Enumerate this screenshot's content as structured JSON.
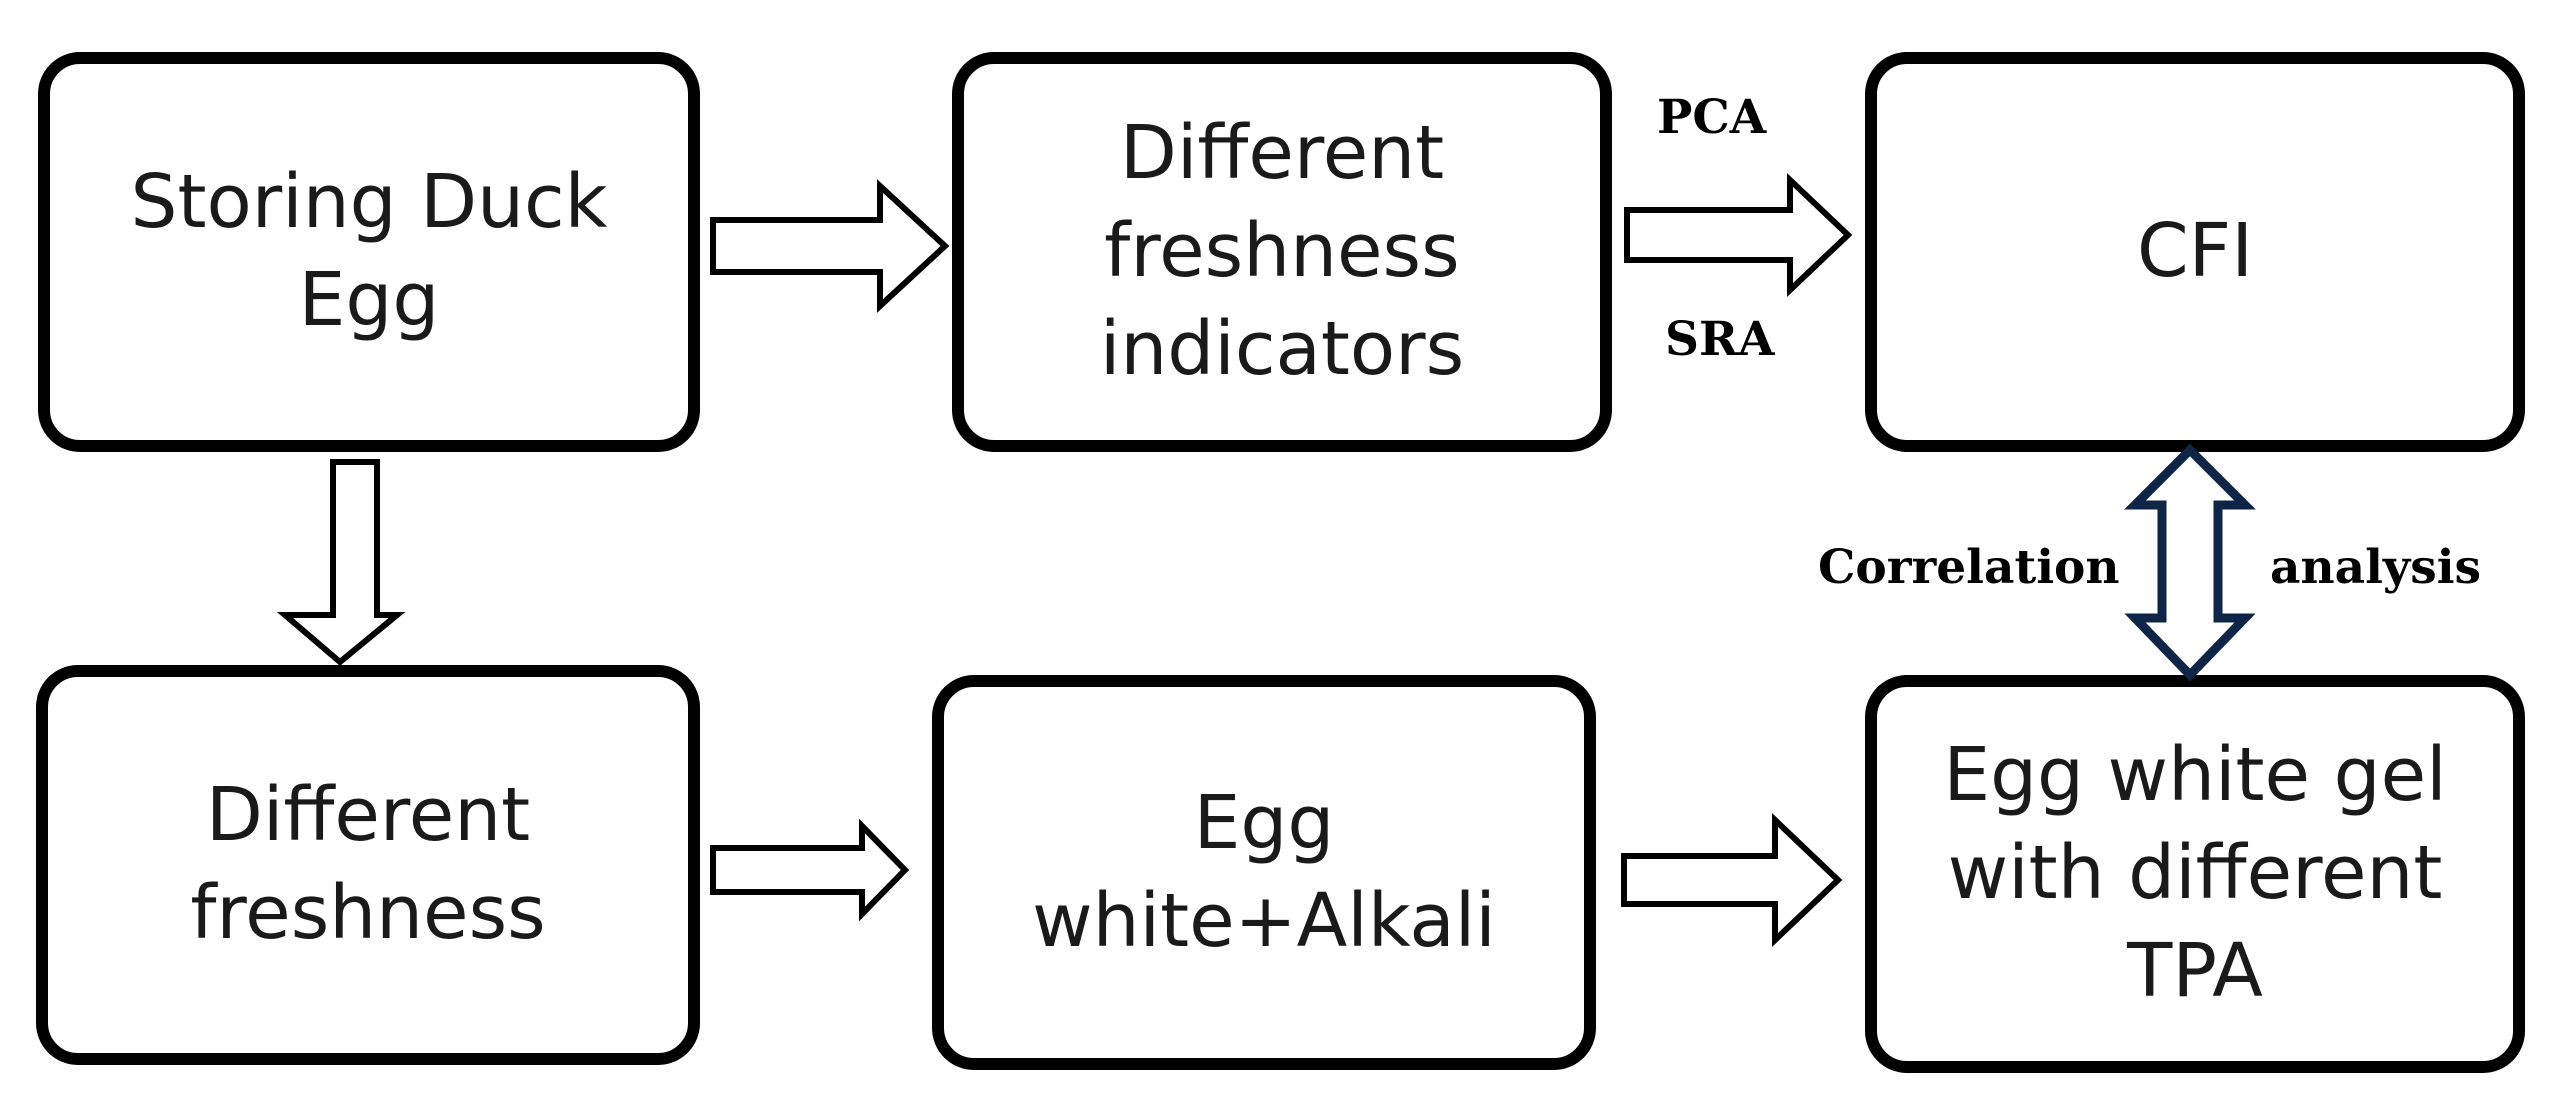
{
  "boxes": {
    "storing": "Storing Duck\nEgg",
    "indicators": "Different\nfreshness\nindicators",
    "cfi": "CFI",
    "freshness": "Different\nfreshness",
    "alkali": "Egg\nwhite+Alkali",
    "gel": "Egg white gel\nwith different\nTPA"
  },
  "labels": {
    "pca": "PCA",
    "sra": "SRA",
    "correlation": "Correlation",
    "analysis": "analysis"
  },
  "colors": {
    "box_border": "#000000",
    "double_arrow": "#0e2547"
  }
}
